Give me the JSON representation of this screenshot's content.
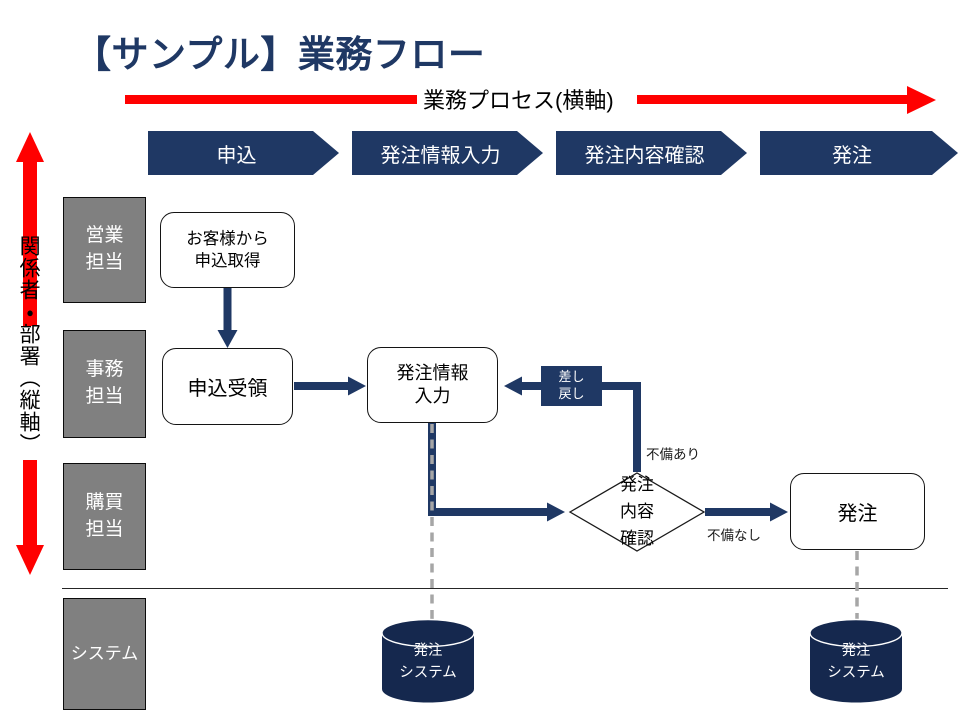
{
  "slide": {
    "title": "【サンプル】業務フロー"
  },
  "axes": {
    "horizontal": {
      "label": "業務プロセス(横軸)"
    },
    "vertical": {
      "label": "関係者・部署（縦軸）"
    }
  },
  "process_steps": [
    {
      "label": "申込"
    },
    {
      "label": "発注情報入力"
    },
    {
      "label": "発注内容確認"
    },
    {
      "label": "発注"
    }
  ],
  "lanes": [
    {
      "line1": "営業",
      "line2": "担当"
    },
    {
      "line1": "事務",
      "line2": "担当"
    },
    {
      "line1": "購買",
      "line2": "担当"
    },
    {
      "line1": "システム"
    }
  ],
  "nodes": {
    "obtain_application": {
      "line1": "お客様から",
      "line2": "申込取得"
    },
    "receive_application": {
      "label": "申込受領"
    },
    "order_info_input": {
      "line1": "発注情報",
      "line2": "入力"
    },
    "send_back": {
      "line1": "差し",
      "line2": "戻し"
    },
    "order_check": {
      "line1": "発注",
      "line2": "内容",
      "line3": "確認"
    },
    "order": {
      "label": "発注"
    }
  },
  "edge_labels": {
    "defect_yes": "不備あり",
    "defect_no": "不備なし"
  },
  "systems": {
    "order_system_left": {
      "line1": "発注",
      "line2": "システム"
    },
    "order_system_right": {
      "line1": "発注",
      "line2": "システム"
    }
  },
  "colors": {
    "navy": "#1F3864",
    "red": "#FF0000",
    "lane_gray": "#808080",
    "dash_gray": "#A6A6A6",
    "cylinder_navy": "#15284E"
  }
}
